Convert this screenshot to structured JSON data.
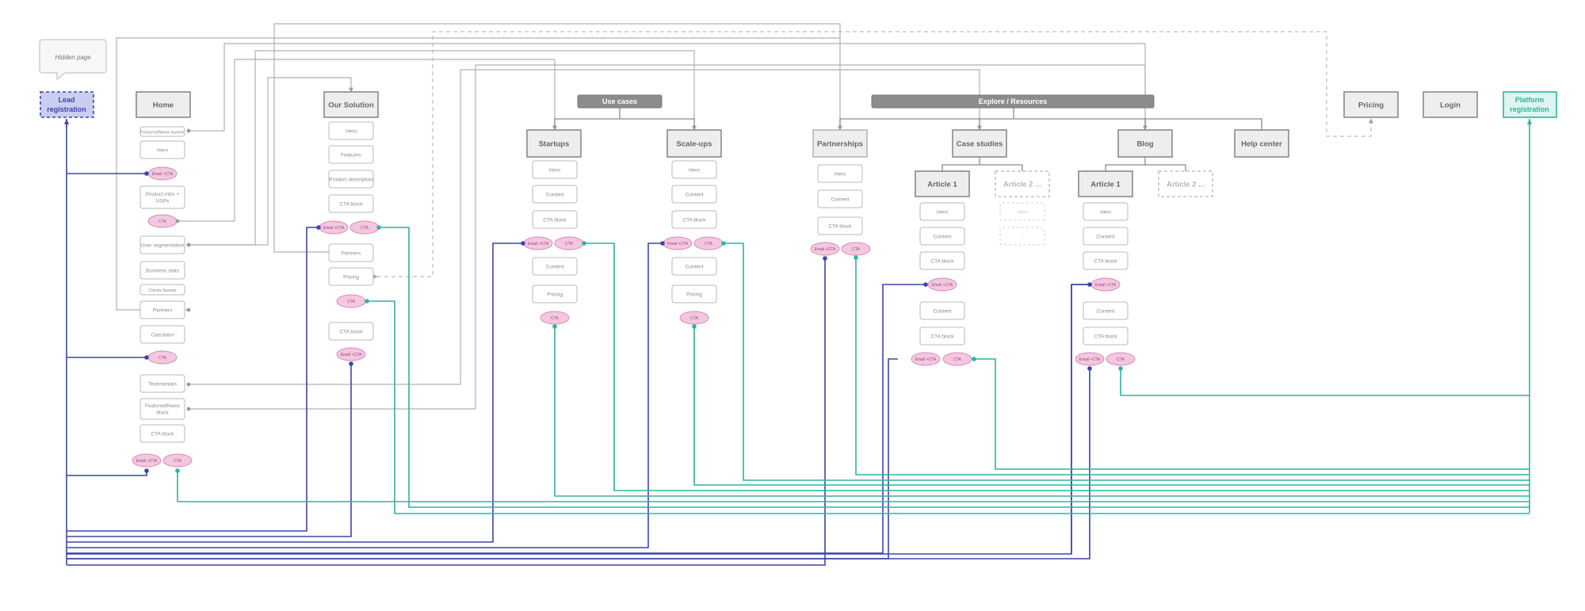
{
  "colors": {
    "line_gray": "#b0b0b0",
    "line_dash": "#bdbdbd",
    "lead_blue": "#3d46a8",
    "platform_teal": "#2fb3a0",
    "node_fill": "#eeeeee",
    "node_stroke": "#8a8a8a",
    "section_fill": "#8c8c8c",
    "cta_fill": "#f4c6e0",
    "cta_stroke": "#d48bb8",
    "lead_fill": "#c9cdf2",
    "platform_fill": "#dff4f0"
  },
  "callout": {
    "text": "Hidden page"
  },
  "terminals": {
    "lead": {
      "line1": "Lead",
      "line2": "registration"
    },
    "platform": {
      "line1": "Platform",
      "line2": "registration"
    }
  },
  "sections": {
    "use_cases": "Use cases",
    "explore": "Explore / Resources"
  },
  "pages": {
    "home": "Home",
    "our_solution": "Our Solution",
    "startups": "Startups",
    "scaleups": "Scale-ups",
    "partnerships": "Partnerships",
    "case_studies": "Case studies",
    "blog": "Blog",
    "help_center": "Help center",
    "pricing": "Pricing",
    "login": "Login",
    "cs_article1": "Article 1",
    "cs_article2": "Article 2 ...",
    "blog_article1": "Article 1",
    "blog_article2": "Article 2 ..."
  },
  "blocks": {
    "featured_banner": "Featured/News banner",
    "hero": "Hero",
    "email_cta": "Email +CTA",
    "cta": "CTA",
    "product_intro": "Product intro +",
    "usps": "USPs",
    "user_segmentation": "User segmentation",
    "business_stats": "Business stats",
    "clients_banner": "Clients banner",
    "partners": "Partners",
    "calculator": "Calculator",
    "testimonials": "Testimonials",
    "featured_news": "Featured/News",
    "block": "block",
    "cta_block": "CTA block",
    "features": "Features",
    "product_description": "Product description",
    "pricing": "Pricing",
    "content": "Content",
    "ellipsis": "..."
  }
}
